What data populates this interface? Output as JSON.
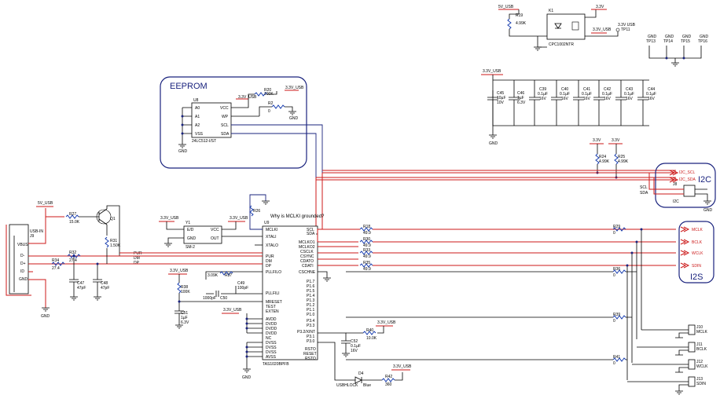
{
  "groups": {
    "eeprom": "EEPROM",
    "i2c": "I2C",
    "i2s": "I2S"
  },
  "question": "Why is MCLKI grounded?",
  "power": {
    "vusb": "5V_USB",
    "v33": "3.3V",
    "v33usb": "3.3V_USB",
    "gnd": "GND"
  },
  "u8": {
    "ref": "U8",
    "part": "24LC512-I/ST",
    "pins_left": [
      "A0",
      "A1",
      "A2",
      "VSS"
    ],
    "pins_right": [
      "VCC",
      "WP",
      "SCL",
      "SDA"
    ]
  },
  "u9": {
    "ref": "U9",
    "part": "TAS1020BPFB",
    "pins_left": [
      "MCLKI",
      "XTALI",
      "XTALO",
      "PUR",
      "DM",
      "DP",
      "PLLFILO",
      "PLLFILI",
      "MRESET",
      "TEST",
      "EXTEN",
      "AVDD",
      "DVDD",
      "DVDD",
      "DVDD",
      "NC",
      "DVSS",
      "DVSS",
      "DVSS",
      "AVSS"
    ],
    "pins_right": [
      "SCL",
      "SDA",
      "MCLKO1",
      "MCLKO2",
      "CSCLK",
      "CSYNC",
      "CDATO",
      "CDATI",
      "CSCHNE",
      "P1.7",
      "P1.6",
      "P1.5",
      "P1.4",
      "P1.3",
      "P1.2",
      "P1.1",
      "P1.0",
      "P3.4",
      "P3.3",
      "P3.2/XINT",
      "P3.1",
      "P3.0",
      "RSTO",
      "RESET",
      "RSTO"
    ]
  },
  "y1": {
    "ref": "Y1",
    "part": "SM-2",
    "pins": [
      "E/D",
      "GND",
      "VCC",
      "OUT"
    ]
  },
  "k1": {
    "ref": "K1",
    "part": "CPC1002NTR"
  },
  "j9": {
    "ref": "J9",
    "name": "USB-IN",
    "pins": [
      "VBUS",
      "D-",
      "D+",
      "ID",
      "GND"
    ]
  },
  "j8": {
    "ref": "J8",
    "name": "I2C",
    "pins": [
      "SCL",
      "SDA"
    ]
  },
  "headers": [
    {
      "ref": "J10",
      "name": "MCLK"
    },
    {
      "ref": "J11",
      "name": "BCLK"
    },
    {
      "ref": "J12",
      "name": "WCLK"
    },
    {
      "ref": "J13",
      "name": "SDIN"
    }
  ],
  "offpage": [
    "I2C_SCL",
    "I2C_SDA",
    "MCLK",
    "BCLK",
    "WCLK",
    "SDIN"
  ],
  "testpoints": [
    {
      "ref": "TP11",
      "name": "3.3V USB"
    },
    {
      "ref": "TP13",
      "name": "GND"
    },
    {
      "ref": "TP14",
      "name": "GND"
    },
    {
      "ref": "TP15",
      "name": "GND"
    },
    {
      "ref": "TP16",
      "name": "GND"
    }
  ],
  "resistors": [
    {
      "ref": "R19",
      "val": "4.99K"
    },
    {
      "ref": "R20",
      "val": "100K"
    },
    {
      "ref": "R2",
      "val": "0"
    },
    {
      "ref": "R24",
      "val": "4.99K"
    },
    {
      "ref": "R25",
      "val": "4.99K"
    },
    {
      "ref": "R26",
      "val": "0"
    },
    {
      "ref": "R27",
      "val": "15.0K"
    },
    {
      "ref": "R31",
      "val": "1.50K"
    },
    {
      "ref": "R32",
      "val": "27.4"
    },
    {
      "ref": "R34",
      "val": "27.4"
    },
    {
      "ref": "R37",
      "val": "3.09K"
    },
    {
      "ref": "R38",
      "val": "100K"
    },
    {
      "ref": "R18",
      "val": "49.9"
    },
    {
      "ref": "R30",
      "val": "49.9"
    },
    {
      "ref": "R33",
      "val": "49.9"
    },
    {
      "ref": "R35",
      "val": "49.9"
    },
    {
      "ref": "R29",
      "val": "0"
    },
    {
      "ref": "R36",
      "val": "0"
    },
    {
      "ref": "R39",
      "val": "0"
    },
    {
      "ref": "R41",
      "val": "0"
    },
    {
      "ref": "R40",
      "val": "10.0K"
    },
    {
      "ref": "R42",
      "val": "360"
    }
  ],
  "capacitors": [
    {
      "ref": "C45",
      "val": "10µF",
      "v": "10V"
    },
    {
      "ref": "C46",
      "val": "1µF",
      "v": "6.3V"
    },
    {
      "ref": "C39",
      "val": "0.1µF",
      "v": "16V"
    },
    {
      "ref": "C40",
      "val": "0.1µF",
      "v": "16V"
    },
    {
      "ref": "C41",
      "val": "0.1µF",
      "v": "16V"
    },
    {
      "ref": "C42",
      "val": "0.1µF",
      "v": "16V"
    },
    {
      "ref": "C43",
      "val": "0.1µF",
      "v": "16V"
    },
    {
      "ref": "C44",
      "val": "0.1µF",
      "v": "16V"
    },
    {
      "ref": "C47",
      "val": "47pF"
    },
    {
      "ref": "C48",
      "val": "47pF"
    },
    {
      "ref": "C49",
      "val": "100pF"
    },
    {
      "ref": "C50",
      "val": "1000pF"
    },
    {
      "ref": "C51",
      "val": "1µF",
      "v": "6.3V"
    },
    {
      "ref": "C52",
      "val": "0.1µF",
      "v": "16V"
    }
  ],
  "misc": {
    "q1": "Q1",
    "d4": "D4",
    "d4part": "USBHLOCK",
    "d4color": "Blue",
    "pur": "PUR",
    "dm": "DM",
    "dp": "DP"
  }
}
